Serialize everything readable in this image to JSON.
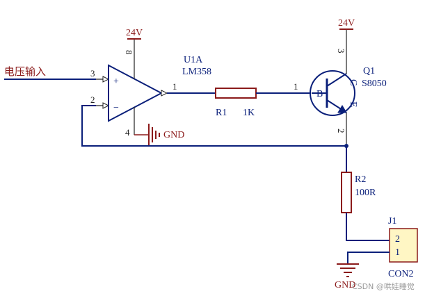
{
  "input_label": "电压输入",
  "opamp": {
    "designator": "U1A",
    "part": "LM358",
    "pin_noninv": "3",
    "pin_inv": "2",
    "pin_out": "1",
    "pin_vcc": "8",
    "pin_gnd": "4",
    "plus": "+",
    "minus": "−",
    "vcc_label": "24V",
    "gnd_label": "GND"
  },
  "r1": {
    "designator": "R1",
    "value": "1K",
    "pin_right": "1"
  },
  "transistor": {
    "designator": "Q1",
    "part": "S8050",
    "base": "B",
    "collector": "C",
    "emitter": "E",
    "pin_c": "3",
    "pin_e": "2",
    "vcc_label": "24V"
  },
  "r2": {
    "designator": "R2",
    "value": "100R"
  },
  "connector": {
    "designator": "J1",
    "part": "CON2",
    "pin2": "2",
    "pin1": "1",
    "gnd_label": "GND"
  },
  "watermark": "CSDN @哄娃睡觉",
  "colors": {
    "wire": "#0a1f7a",
    "power": "#8b1a1a",
    "component": "#8b1a1a",
    "box": "#fff6c4"
  }
}
